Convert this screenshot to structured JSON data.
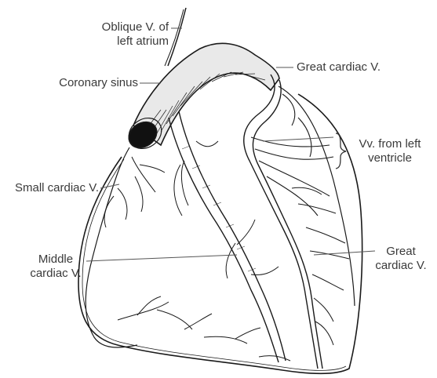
{
  "labels": {
    "oblique": {
      "line1": "Oblique V. of",
      "line2": "left atrium"
    },
    "coronary_sinus": "Coronary sinus",
    "great_cardiac_top": "Great cardiac V.",
    "vv_left_ventricle": {
      "line1": "Vv. from left",
      "line2": "ventricle"
    },
    "small_cardiac": "Small cardiac V.",
    "middle_cardiac": {
      "line1": "Middle",
      "line2": "cardiac V."
    },
    "great_cardiac_bottom": {
      "line1": "Great",
      "line2": "cardiac V."
    }
  }
}
